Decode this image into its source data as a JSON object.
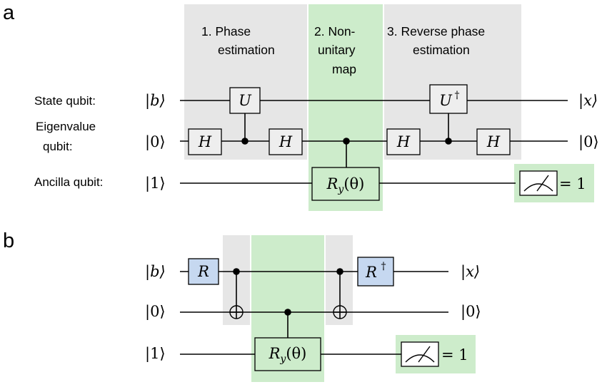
{
  "colors": {
    "gray_region": "#e6e6e6",
    "green_region": "#cdeccb",
    "plain_gate": "#eeeeee",
    "rotation_gate": "#c6d8f0",
    "wire": "#000000"
  },
  "panel_a": {
    "label": "a",
    "stages": [
      {
        "text": [
          "1. Phase",
          "estimation"
        ]
      },
      {
        "text": [
          "2. Non-",
          "unitary",
          "map"
        ]
      },
      {
        "text": [
          "3. Reverse phase",
          "estimation"
        ]
      }
    ],
    "qubit_labels": [
      {
        "lines": [
          "State qubit:"
        ]
      },
      {
        "lines": [
          "Eigenvalue",
          "qubit:"
        ]
      },
      {
        "lines": [
          "Ancilla qubit:"
        ]
      }
    ],
    "inputs": [
      "|b⟩",
      "|0⟩",
      "|1⟩"
    ],
    "outputs": [
      "|x⟩",
      "|0⟩"
    ],
    "gates": {
      "h": "H",
      "u": "U",
      "u_dagger": "U",
      "dagger": "†",
      "ry_main": "R",
      "ry_sub": "y",
      "ry_arg": "(θ)"
    },
    "measurement": {
      "result": "= 1"
    }
  },
  "panel_b": {
    "label": "b",
    "inputs": [
      "|b⟩",
      "|0⟩",
      "|1⟩"
    ],
    "outputs": [
      "|x⟩",
      "|0⟩"
    ],
    "gates": {
      "r": "R",
      "r_dagger": "R",
      "dagger": "†",
      "ry_main": "R",
      "ry_sub": "y",
      "ry_arg": "(θ)"
    },
    "measurement": {
      "result": "= 1"
    }
  }
}
